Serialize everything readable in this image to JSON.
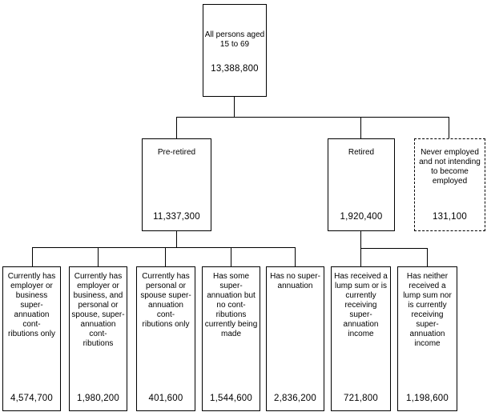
{
  "diagram": {
    "root": {
      "label": "All persons aged\n15 to 69",
      "value": "13,388,800"
    },
    "level2": [
      {
        "label": "Pre-retired",
        "value": "11,337,300",
        "border": "solid"
      },
      {
        "label": "Retired",
        "value": "1,920,400",
        "border": "solid"
      },
      {
        "label": "Never employed\nand not intending\nto become\nemployed",
        "value": "131,100",
        "border": "dashed"
      }
    ],
    "level3": [
      {
        "label": "Currently has\nemployer or\nbusiness\nsuper-\nannuation\ncont-\nributions only",
        "value": "4,574,700",
        "parent": "Pre-retired"
      },
      {
        "label": "Currently has\nemployer or\nbusiness, and\npersonal or\nspouse, super-\nannuation\ncont-\nributions",
        "value": "1,980,200",
        "parent": "Pre-retired"
      },
      {
        "label": "Currently has\npersonal or\nspouse super-\nannuation\ncont-\nributions only",
        "value": "401,600",
        "parent": "Pre-retired"
      },
      {
        "label": "Has some\nsuper-\nannuation but\nno cont-\nributions\ncurrently being\nmade",
        "value": "1,544,600",
        "parent": "Pre-retired"
      },
      {
        "label": "Has no super-\nannuation",
        "value": "2,836,200",
        "parent": "Pre-retired"
      },
      {
        "label": "Has received a\nlump sum or is\ncurrently\nreceiving\nsuper-\nannuation\nincome",
        "value": "721,800",
        "parent": "Retired"
      },
      {
        "label": "Has neither\nreceived a\nlump sum nor\nis currently\nreceiving\nsuper-\nannuation\nincome",
        "value": "1,198,600",
        "parent": "Retired"
      }
    ],
    "colors": {
      "line": "#000000",
      "background": "#ffffff",
      "text": "#000000"
    }
  }
}
